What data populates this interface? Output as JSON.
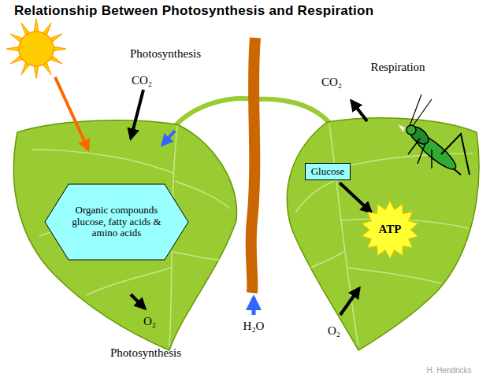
{
  "diagram": {
    "title": "Relationship Between Photosynthesis and Respiration",
    "nodes": [
      {
        "text": [
          "Organic compounds glucose, fatty acids & amino acids"
        ]
      },
      {
        "text": [
          "Glucose"
        ]
      },
      {
        "text": [
          "ATP"
        ]
      }
    ],
    "edges": [
      {
        "from": 1,
        "to": 2,
        "arrow": "to"
      }
    ],
    "labels": [
      "Photosynthesis",
      "CO₂",
      "O₂",
      "Photosynthesis",
      "H₂O",
      "Respiration",
      "CO₂",
      "O₂",
      "H. Hendricks"
    ]
  }
}
